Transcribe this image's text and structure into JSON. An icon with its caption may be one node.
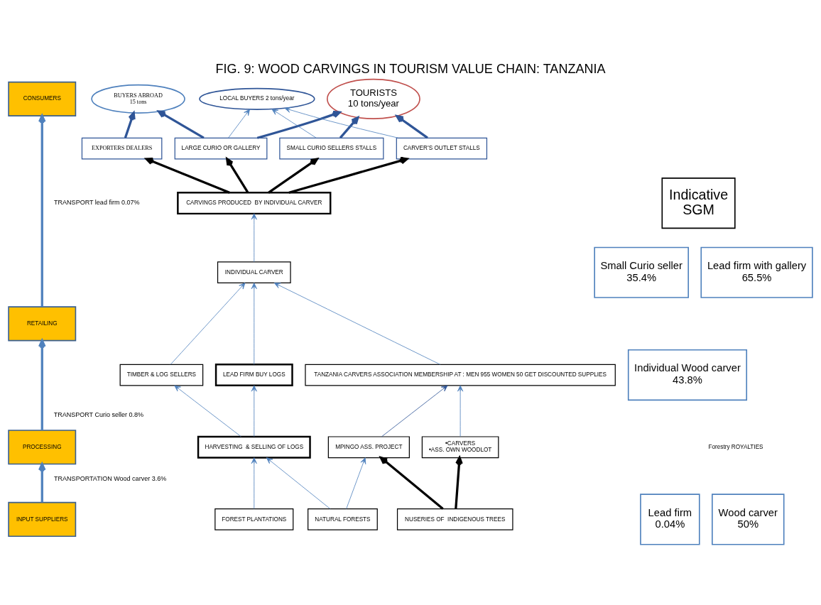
{
  "diagram": {
    "title": "FIG. 9: WOOD CARVINGS IN TOURISM VALUE CHAIN: TANZANIA",
    "nodes": [
      {
        "text": [
          "CONSUMERS"
        ]
      },
      {
        "text": [
          "RETAILING"
        ]
      },
      {
        "text": [
          "PROCESSING"
        ]
      },
      {
        "text": [
          "INPUT SUPPLIERS"
        ]
      },
      {
        "text": [
          "BUYERS ABROAD",
          "15 tons"
        ]
      },
      {
        "text": [
          "LOCAL BUYERS 2 tons/year"
        ]
      },
      {
        "text": [
          "TOURISTS",
          "10 tons/year"
        ]
      },
      {
        "text": [
          "EXPORTERS DEALERS"
        ]
      },
      {
        "text": [
          "LARGE CURIO OR GALLERY"
        ]
      },
      {
        "text": [
          "SMALL CURIO SELLERS STALLS"
        ]
      },
      {
        "text": [
          "CARVER’S OUTLET STALLS"
        ]
      },
      {
        "text": [
          "CARVINGS PRODUCED  BY INDIVIDUAL CARVER"
        ]
      },
      {
        "text": [
          "INDIVIDUAL CARVER"
        ]
      },
      {
        "text": [
          "TANZANIA CARVERS ASSOCIATION MEMBERSHIP AT : MEN 955 WOMEN 50 GET DISCOUNTED SUPPLIES"
        ]
      },
      {
        "text": [
          "TIMBER & LOG SELLERS"
        ]
      },
      {
        "text": [
          "LEAD FIRM BUY LOGS"
        ]
      },
      {
        "text": [
          "HARVESTING  & SELLING OF LOGS"
        ]
      },
      {
        "text": [
          "MPINGO ASS. PROJECT"
        ]
      },
      {
        "text": [
          "•CARVERS",
          "•ASS. OWN WOODLOT"
        ]
      },
      {
        "text": [
          "NATURAL FORESTS"
        ]
      },
      {
        "text": [
          "FOREST PLANTATIONS"
        ]
      },
      {
        "text": [
          "NUSERIES OF  INDIGENOUS TREES"
        ]
      },
      {
        "text": [
          "Indicative",
          "SGM"
        ]
      },
      {
        "text": [
          "Small Curio seller",
          "35.4%"
        ]
      },
      {
        "text": [
          "Lead firm with gallery",
          "65.5%"
        ]
      },
      {
        "text": [
          "Individual Wood carver",
          "43.8%"
        ]
      },
      {
        "text": [
          "Wood carver",
          "50%"
        ]
      },
      {
        "text": [
          "Lead firm",
          "0.04%"
        ]
      }
    ],
    "edges": [
      {
        "from": 3,
        "to": 2,
        "arrow": "to",
        "label": "TRANSPORTATION Wood carver 3.6%",
        "style": "thick",
        "color": "#4f81bd"
      },
      {
        "from": 2,
        "to": 1,
        "arrow": "to",
        "label": "TRANSPORT Curio seller 0.8%",
        "style": "thick",
        "color": "#4f81bd"
      },
      {
        "from": 1,
        "to": 0,
        "arrow": "to",
        "label": "TRANSPORT lead firm 0.07%",
        "style": "thick",
        "color": "#4f81bd"
      },
      {
        "from": 7,
        "to": 4,
        "arrow": "to",
        "style": "thick",
        "color": "#2f5597"
      },
      {
        "from": 8,
        "to": 4,
        "arrow": "to",
        "style": "thick",
        "color": "#2f5597"
      },
      {
        "from": 8,
        "to": 5,
        "arrow": "to"
      },
      {
        "from": 8,
        "to": 6,
        "arrow": "to",
        "style": "thick",
        "color": "#2f5597"
      },
      {
        "from": 9,
        "to": 5,
        "arrow": "to"
      },
      {
        "from": 9,
        "to": 6,
        "arrow": "to",
        "style": "thick",
        "color": "#2f5597"
      },
      {
        "from": 10,
        "to": 5,
        "arrow": "to"
      },
      {
        "from": 10,
        "to": 6,
        "arrow": "to",
        "style": "thick",
        "color": "#2f5597"
      },
      {
        "from": 11,
        "to": 7,
        "arrow": "to",
        "style": "thick",
        "color": "#000000"
      },
      {
        "from": 11,
        "to": 8,
        "arrow": "to",
        "style": "thick",
        "color": "#000000"
      },
      {
        "from": 11,
        "to": 9,
        "arrow": "to",
        "style": "thick",
        "color": "#000000"
      },
      {
        "from": 11,
        "to": 10,
        "arrow": "to",
        "style": "thick",
        "color": "#000000"
      },
      {
        "from": 12,
        "to": 11,
        "arrow": "to"
      },
      {
        "from": 13,
        "to": 12,
        "arrow": "to"
      },
      {
        "from": 14,
        "to": 12,
        "arrow": "to"
      },
      {
        "from": 15,
        "to": 12,
        "arrow": "to"
      },
      {
        "from": 16,
        "to": 14,
        "arrow": "to"
      },
      {
        "from": 16,
        "to": 15,
        "arrow": "to"
      },
      {
        "from": 19,
        "to": 16,
        "arrow": "to"
      },
      {
        "from": 20,
        "to": 16,
        "arrow": "to"
      },
      {
        "from": 19,
        "to": 17,
        "arrow": "to"
      },
      {
        "from": 17,
        "to": 13,
        "arrow": "to",
        "color": "#2f5597"
      },
      {
        "from": 18,
        "to": 13,
        "arrow": "to"
      },
      {
        "from": 21,
        "to": 17,
        "arrow": "to",
        "style": "thick",
        "color": "#000000"
      },
      {
        "from": 21,
        "to": 18,
        "arrow": "to",
        "style": "thick",
        "color": "#000000"
      }
    ],
    "labels": [
      "Forestry ROYALTIES"
    ]
  }
}
